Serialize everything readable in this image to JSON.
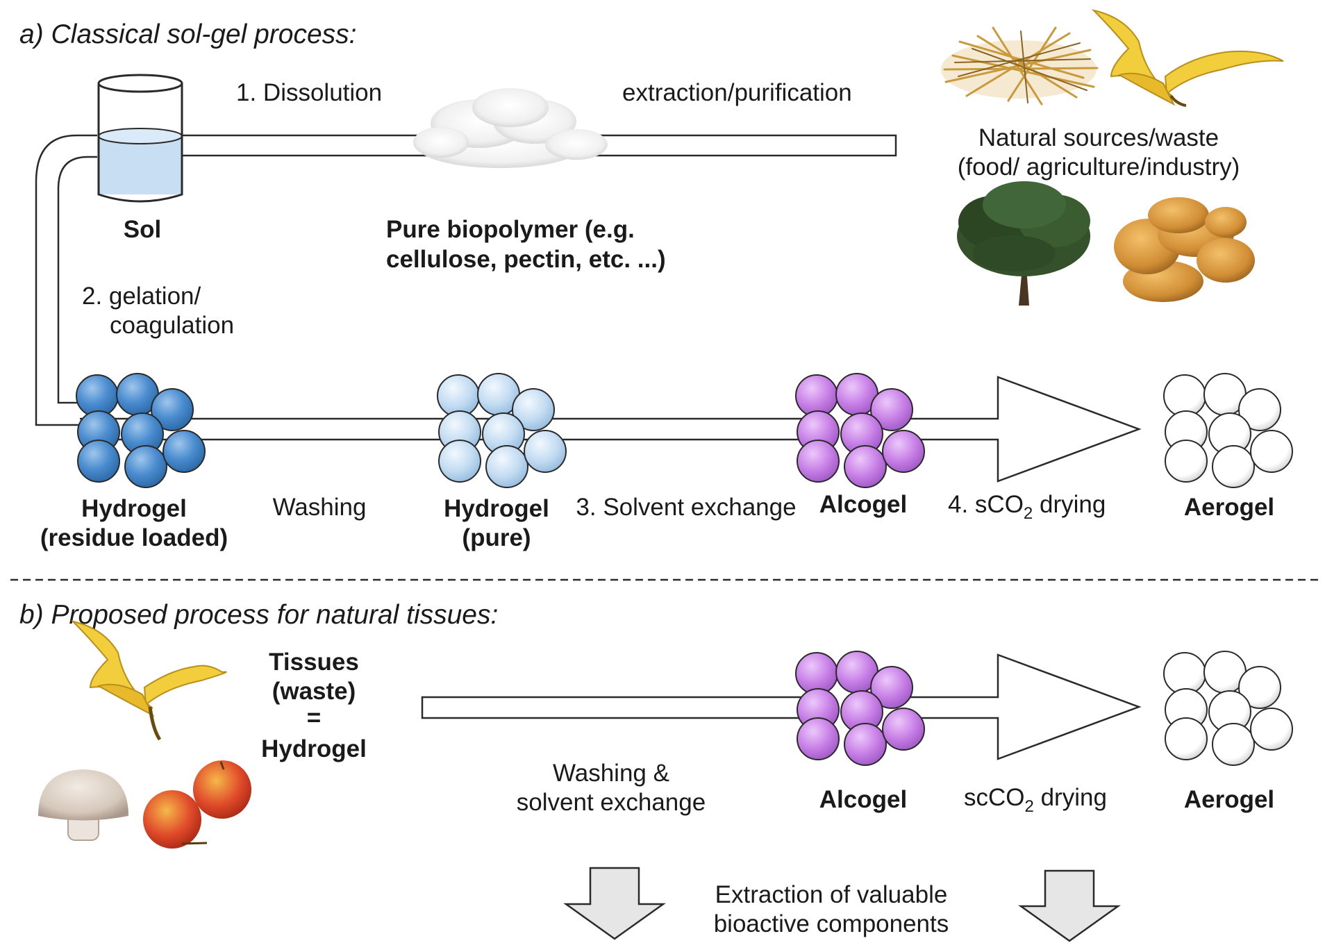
{
  "section_a": {
    "title": "a) Classical sol-gel process:",
    "sol_label": "Sol",
    "step1_label": "1. Dissolution",
    "extraction_label": "extraction/purification",
    "pure_biopolymer_line1": "Pure biopolymer (e.g.",
    "pure_biopolymer_line2": "cellulose, pectin, etc. ...)",
    "natural_sources_line1": "Natural sources/waste",
    "natural_sources_line2": "(food/ agriculture/industry)",
    "step2_line1": "2. gelation/",
    "step2_line2": "coagulation",
    "hydrogel_residue_line1": "Hydrogel",
    "hydrogel_residue_line2": "(residue loaded)",
    "washing_label": "Washing",
    "hydrogel_pure_line1": "Hydrogel",
    "hydrogel_pure_line2": "(pure)",
    "step3_label": "3. Solvent exchange",
    "alcogel_label": "Alcogel",
    "step4_prefix": "4. sCO",
    "step4_sub": "2",
    "step4_suffix": " drying",
    "aerogel_label": "Aerogel"
  },
  "section_b": {
    "title": "b) Proposed process for natural tissues:",
    "tissues_line1": "Tissues",
    "tissues_line2": "(waste)",
    "tissues_line3": "=",
    "tissues_line4": "Hydrogel",
    "washing_line1": "Washing &",
    "washing_line2": "solvent exchange",
    "alcogel_label": "Alcogel",
    "drying_prefix": "scCO",
    "drying_sub": "2",
    "drying_suffix": " drying",
    "aerogel_label": "Aerogel",
    "extraction_line1": "Extraction of valuable",
    "extraction_line2": "bioactive components"
  },
  "colors": {
    "hydrogel_residue": "#4a8ccf",
    "hydrogel_pure": "#c3dcf2",
    "alcogel": "#c77fe6",
    "aerogel": "#ffffff",
    "sol_liquid": "#c8def2",
    "down_arrow": "#e6e6e6",
    "outline": "#2a2a2a"
  }
}
